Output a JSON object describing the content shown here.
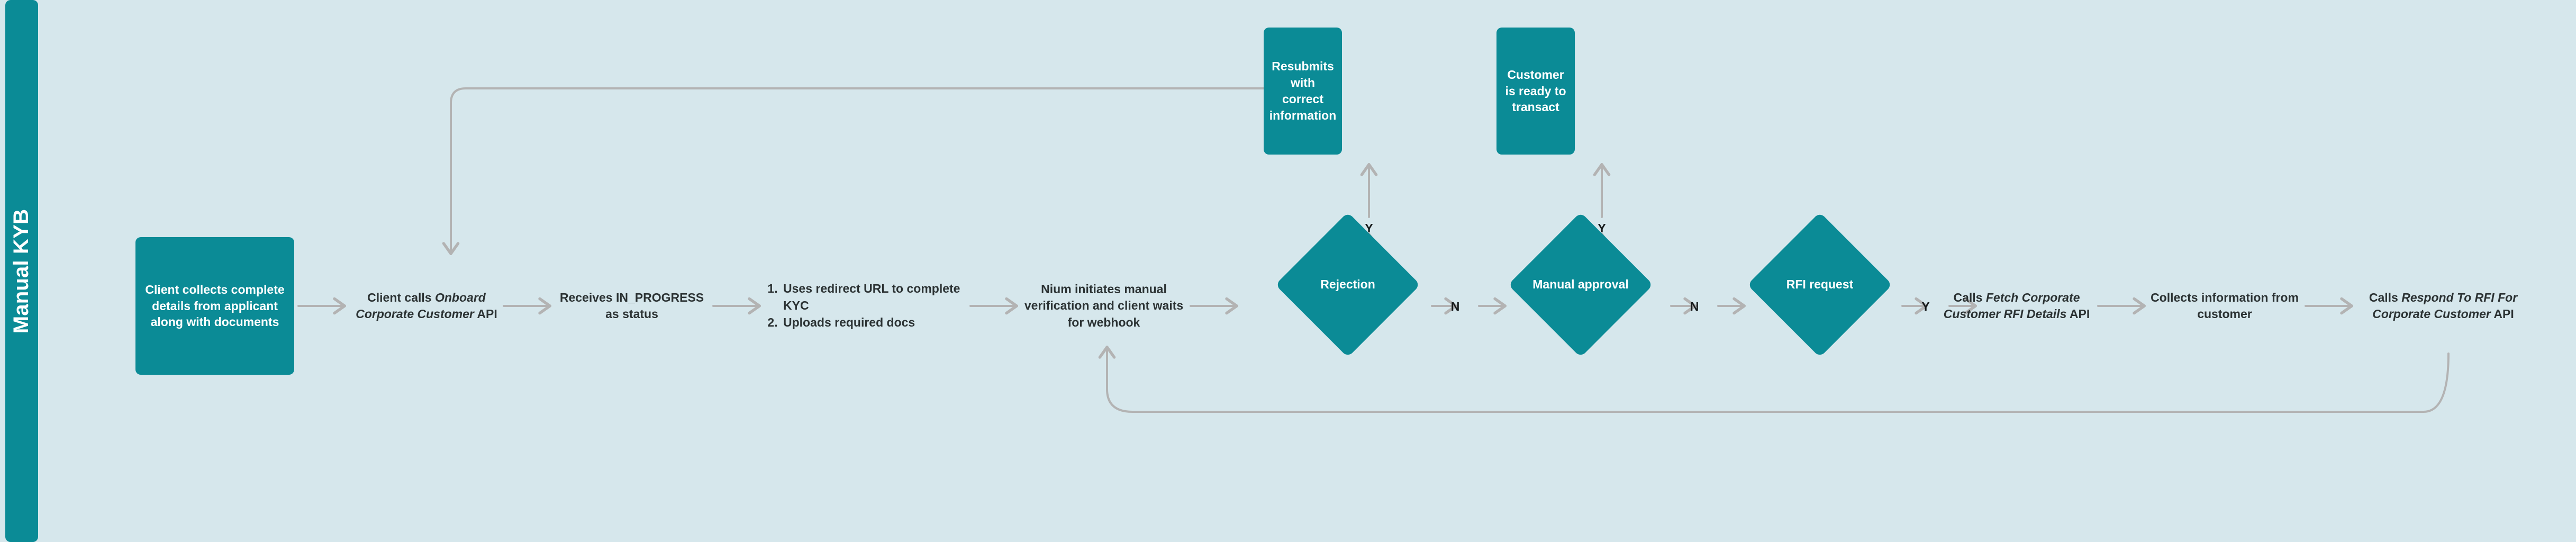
{
  "page": {
    "title": "Manual KYB",
    "background_color": "#d6e7ec",
    "accent_color": "#0b8b96",
    "connector_color": "#b3b3b3",
    "text_color": "#2b3233"
  },
  "lane": {
    "label": "Manual KYB"
  },
  "nodes": {
    "client_collects": "Client collects complete details from applicant along with documents",
    "client_calls_onboard_pre": "Client calls ",
    "client_calls_onboard_em": "Onboard Corporate Customer",
    "client_calls_onboard_post": " API",
    "receives_status": "Receives IN_PROGRESS as status",
    "kyc_step_1": "Uses redirect URL to complete KYC",
    "kyc_step_2": "Uploads required docs",
    "nium_initiates": "Nium  initiates manual verification and client waits for webhook",
    "rejection": "Rejection",
    "manual_approval": "Manual approval",
    "rfi_request": "RFI request",
    "resubmits": "Resubmits with correct information",
    "ready_to_transact": "Customer is ready to transact",
    "calls_fetch_pre": "Calls ",
    "calls_fetch_em": "Fetch Corporate Customer RFI Details",
    "calls_fetch_post": " API",
    "collects_information": "Collects information from customer",
    "calls_respond_pre": "Calls ",
    "calls_respond_em": "Respond To RFI For Corporate Customer",
    "calls_respond_post": " API"
  },
  "edges": {
    "rejection_yes": "Y",
    "rejection_no": "N",
    "approval_yes": "Y",
    "approval_no": "N",
    "rfi_yes": "Y"
  }
}
